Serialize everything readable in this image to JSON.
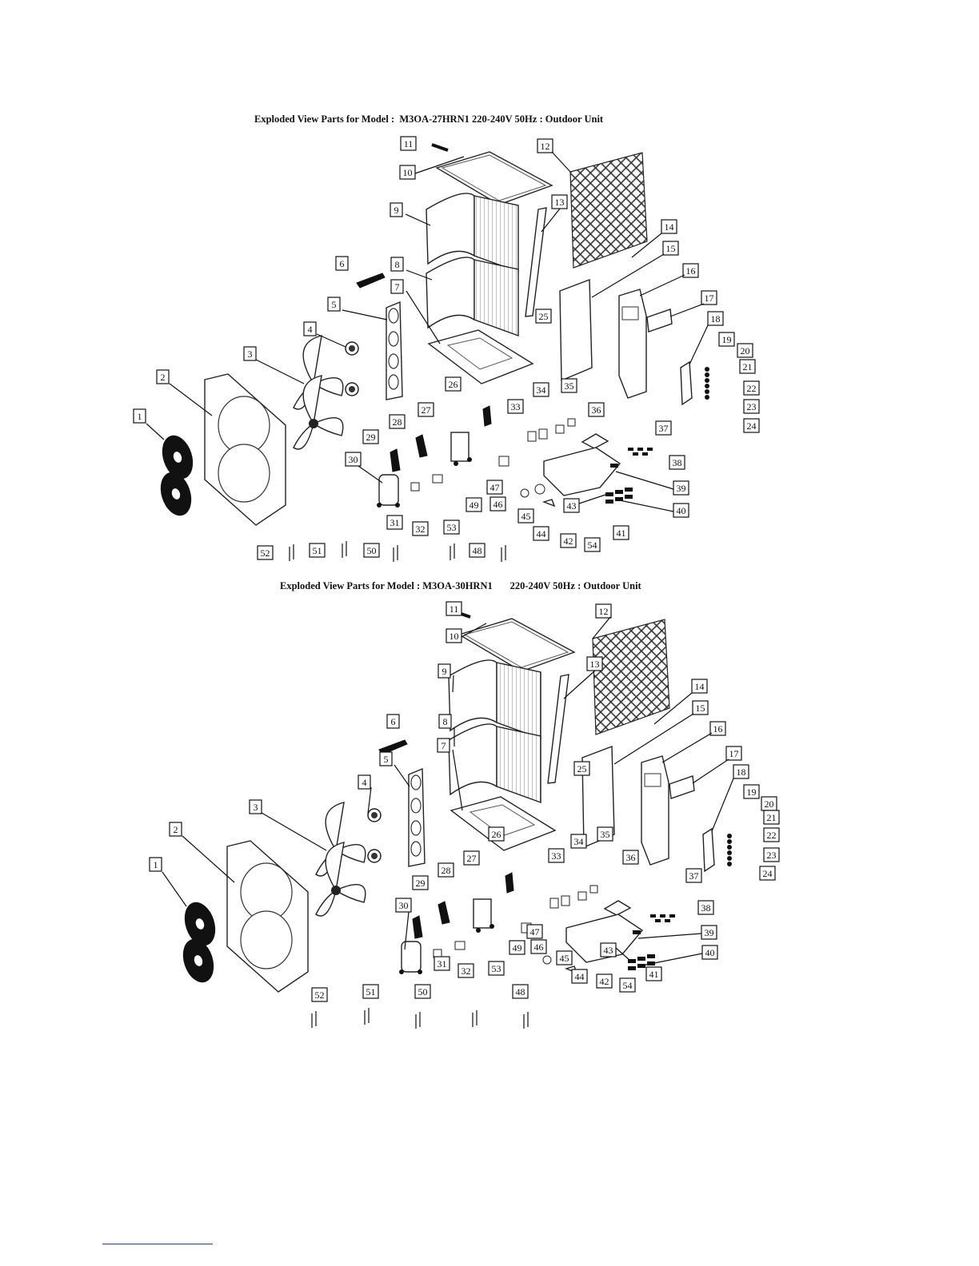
{
  "diagrams": [
    {
      "title": "Exploded View Parts for Model :  M3OA-27HRN1 220-240V 50Hz : Outdoor Unit"
    },
    {
      "title": "Exploded View Parts for Model : M3OA-30HRN1       220-240V 50Hz : Outdoor Unit"
    }
  ],
  "part_numbers": [
    "1",
    "2",
    "3",
    "4",
    "5",
    "6",
    "7",
    "8",
    "9",
    "10",
    "11",
    "12",
    "13",
    "14",
    "15",
    "16",
    "17",
    "18",
    "19",
    "20",
    "21",
    "22",
    "23",
    "24",
    "25",
    "26",
    "27",
    "28",
    "29",
    "30",
    "31",
    "32",
    "33",
    "34",
    "35",
    "36",
    "37",
    "38",
    "39",
    "40",
    "41",
    "42",
    "43",
    "44",
    "45",
    "46",
    "47",
    "48",
    "49",
    "50",
    "51",
    "52",
    "53",
    "54"
  ]
}
